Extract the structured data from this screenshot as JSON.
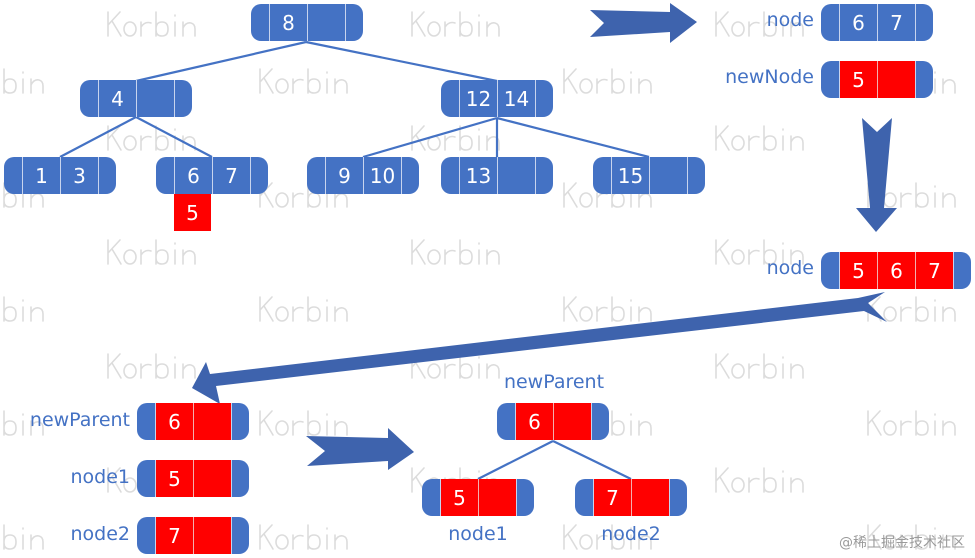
{
  "watermark": {
    "text": "Korbin",
    "footer": "@稀土掘金技术社区"
  },
  "colors": {
    "node_blue": "#4472C4",
    "highlight_red": "#FF0000",
    "arrow_blue": "#3E63AD",
    "edge_blue": "#4472C4",
    "label_blue": "#4472C4"
  },
  "tree": {
    "root": {
      "keys": [
        "8",
        ""
      ]
    },
    "level1": [
      {
        "keys": [
          "4",
          ""
        ]
      },
      {
        "keys": [
          "12",
          "14"
        ]
      }
    ],
    "level2": [
      {
        "keys": [
          "1",
          "3"
        ]
      },
      {
        "keys": [
          "6",
          "7"
        ],
        "inserted": "5"
      },
      {
        "keys": [
          "9",
          "10"
        ]
      },
      {
        "keys": [
          "13",
          ""
        ]
      },
      {
        "keys": [
          "15",
          ""
        ]
      }
    ]
  },
  "split_step1": {
    "node": {
      "label": "node",
      "keys": [
        "6",
        "7"
      ]
    },
    "new_node": {
      "label": "newNode",
      "keys": [
        "5",
        ""
      ]
    }
  },
  "split_step2": {
    "node": {
      "label": "node",
      "keys": [
        "5",
        "6",
        "7"
      ]
    }
  },
  "split_step3": {
    "new_parent": {
      "label": "newParent",
      "keys": [
        "6",
        ""
      ]
    },
    "node1": {
      "label": "node1",
      "keys": [
        "5",
        ""
      ]
    },
    "node2": {
      "label": "node2",
      "keys": [
        "7",
        ""
      ]
    }
  },
  "result_tree": {
    "parent": {
      "label": "newParent",
      "keys": [
        "6",
        ""
      ]
    },
    "left": {
      "label": "node1",
      "keys": [
        "5",
        ""
      ]
    },
    "right": {
      "label": "node2",
      "keys": [
        "7",
        ""
      ]
    }
  }
}
